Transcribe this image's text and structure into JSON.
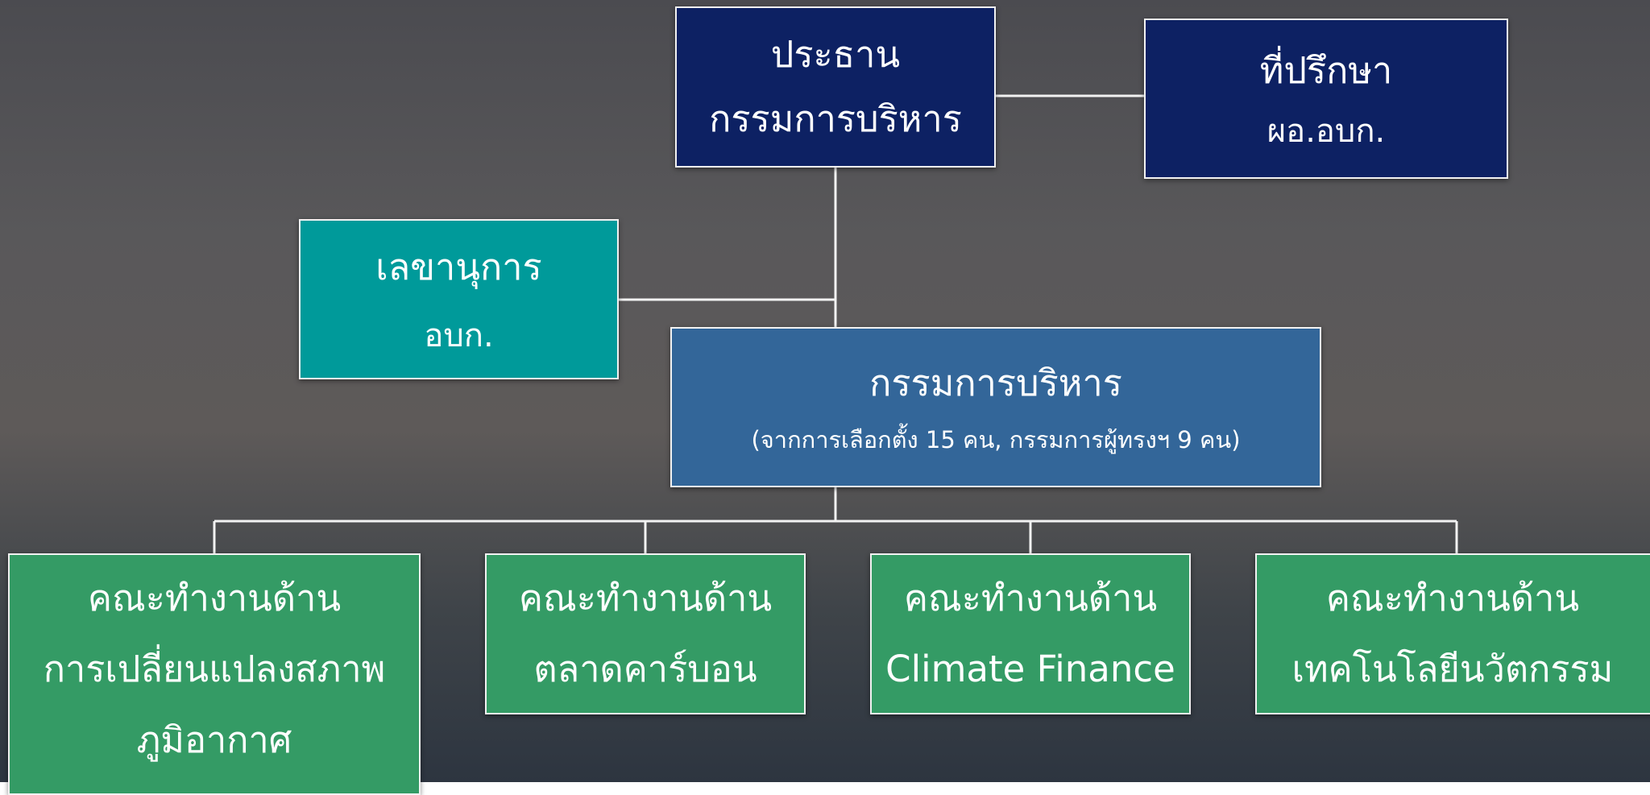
{
  "chair": {
    "line1": "ประธาน",
    "line2": "กรรมการบริหาร"
  },
  "advisor": {
    "line1": "ที่ปรึกษา",
    "line2": "ผอ.อบก."
  },
  "secretary": {
    "line1": "เลขานุการ",
    "line2": "อบก."
  },
  "board": {
    "line1": "กรรมการบริหาร",
    "line2": "(จากการเลือกตั้ง 15 คน, กรรมการผู้ทรงฯ 9 คน)"
  },
  "working_groups": [
    {
      "line1": "คณะทำงานด้าน",
      "line2": "การเปลี่ยนแปลงสภาพ",
      "line3": "ภูมิอากาศ"
    },
    {
      "line1": "คณะทำงานด้าน",
      "line2": "ตลาดคาร์บอน"
    },
    {
      "line1": "คณะทำงานด้าน",
      "line2": "Climate Finance"
    },
    {
      "line1": "คณะทำงานด้าน",
      "line2": "เทคโนโลยีนวัตกรรม"
    }
  ],
  "colors": {
    "navy": "#0d2163",
    "teal": "#009a9a",
    "steel_blue": "#336699",
    "green": "#349b65",
    "connector": "#f2f2f2"
  }
}
